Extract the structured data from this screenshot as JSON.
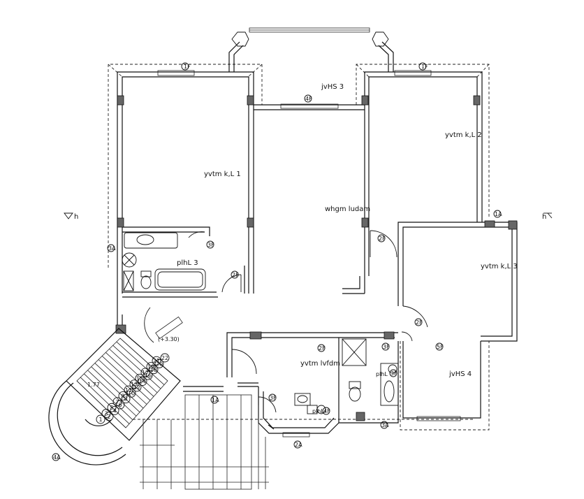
{
  "rooms": {
    "bedroom_1": "yvtm k,L 1",
    "bedroom_2": "yvtm k,L 2",
    "bedroom_3": "yvtm k,L 3",
    "balcony_3": "jvHS 3",
    "balcony_4": "jvHS 4",
    "living": "whgm ludam",
    "bath_3": "plhL 3",
    "dining": "yvtm lvfdm",
    "bath_small": "plhL",
    "bath_right": "plhL"
  },
  "markers": {
    "m_1f_top_left": "1F",
    "m_1f_top_right": "1F",
    "m_4f": "4F",
    "m_3f_left": "3F",
    "m_2f_left": "2F",
    "m_3a_left": "3A",
    "m_2f_mid": "2F",
    "m_1a_right": "1A",
    "m_2f_right": "2F",
    "m_3f_mid": "3F",
    "m_2f_dining": "2F",
    "m_5f": "5F",
    "m_3f_lower": "3F",
    "m_4f_lower": "4F",
    "m_1a_lower": "1A",
    "m_2a_bottom": "2A",
    "m_3a_bottom": "3A",
    "m_4a": "4A",
    "m_3f_stair": "3F"
  },
  "section_marks": {
    "left": "h",
    "right": "h"
  },
  "stair": {
    "dimension": "(+3.30)",
    "width_label": "1.77",
    "steps": [
      "1",
      "2",
      "3",
      "4",
      "5",
      "6",
      "7",
      "8",
      "9",
      "10",
      "11",
      "12",
      "13",
      "14",
      "15",
      "16",
      "17",
      "18",
      "19",
      "20",
      "21",
      "22"
    ]
  }
}
